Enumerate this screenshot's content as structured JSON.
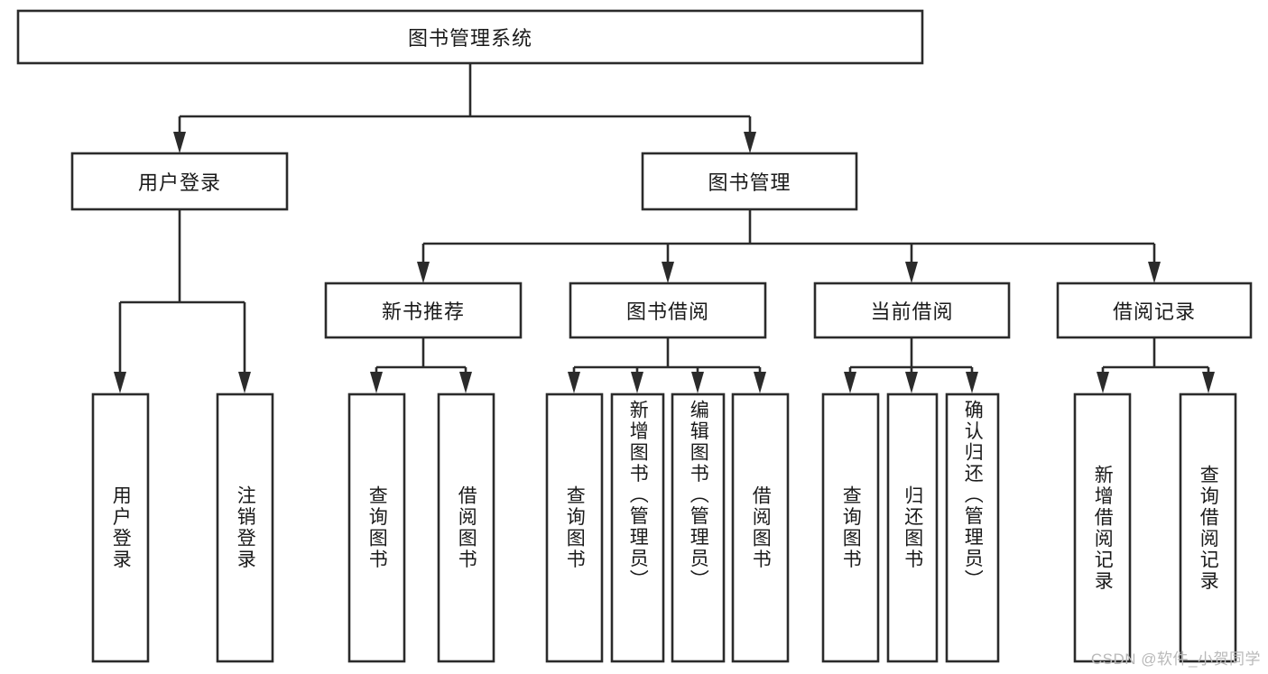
{
  "diagram": {
    "title": "图书管理系统",
    "type": "tree",
    "watermark": "CSDN @软件_小贺同学",
    "colors": {
      "stroke": "#2b2b2b",
      "fill": "#ffffff",
      "text": "#1a1a1a",
      "watermark": "#b9b9b9",
      "background": "#ffffff"
    },
    "levels": {
      "root": "图书管理系统",
      "level2": [
        "用户登录",
        "图书管理"
      ],
      "level3": [
        "新书推荐",
        "图书借阅",
        "当前借阅",
        "借阅记录"
      ]
    },
    "nodes": {
      "root": {
        "label": "图书管理系统"
      },
      "user_login": {
        "label": "用户登录"
      },
      "book_manage": {
        "label": "图书管理"
      },
      "new_book_rec": {
        "label": "新书推荐"
      },
      "book_borrow": {
        "label": "图书借阅"
      },
      "current_borrow": {
        "label": "当前借阅"
      },
      "borrow_record": {
        "label": "借阅记录"
      },
      "leaf_user_login": {
        "label": "用户登录"
      },
      "leaf_user_logout": {
        "label": "注销登录"
      },
      "leaf_rec_query": {
        "label": "查询图书"
      },
      "leaf_rec_borrow": {
        "label": "借阅图书"
      },
      "leaf_borrow_query": {
        "label": "查询图书"
      },
      "leaf_borrow_add": {
        "label": "新增图书（管理员）"
      },
      "leaf_borrow_edit": {
        "label": "编辑图书（管理员）"
      },
      "leaf_borrow_lend": {
        "label": "借阅图书"
      },
      "leaf_cur_query": {
        "label": "查询图书"
      },
      "leaf_cur_return": {
        "label": "归还图书"
      },
      "leaf_cur_confirm": {
        "label": "确认归还（管理员）"
      },
      "leaf_rec_add": {
        "label": "新增借阅记录"
      },
      "leaf_rec_search": {
        "label": "查询借阅记录"
      }
    },
    "edges": [
      {
        "from": "root",
        "to": "user_login"
      },
      {
        "from": "root",
        "to": "book_manage"
      },
      {
        "from": "user_login",
        "to": "leaf_user_login"
      },
      {
        "from": "user_login",
        "to": "leaf_user_logout"
      },
      {
        "from": "book_manage",
        "to": "new_book_rec"
      },
      {
        "from": "book_manage",
        "to": "book_borrow"
      },
      {
        "from": "book_manage",
        "to": "current_borrow"
      },
      {
        "from": "book_manage",
        "to": "borrow_record"
      },
      {
        "from": "new_book_rec",
        "to": "leaf_rec_query"
      },
      {
        "from": "new_book_rec",
        "to": "leaf_rec_borrow"
      },
      {
        "from": "book_borrow",
        "to": "leaf_borrow_query"
      },
      {
        "from": "book_borrow",
        "to": "leaf_borrow_add"
      },
      {
        "from": "book_borrow",
        "to": "leaf_borrow_edit"
      },
      {
        "from": "book_borrow",
        "to": "leaf_borrow_lend"
      },
      {
        "from": "current_borrow",
        "to": "leaf_cur_query"
      },
      {
        "from": "current_borrow",
        "to": "leaf_cur_return"
      },
      {
        "from": "current_borrow",
        "to": "leaf_cur_confirm"
      },
      {
        "from": "borrow_record",
        "to": "leaf_rec_add"
      },
      {
        "from": "borrow_record",
        "to": "leaf_rec_search"
      }
    ]
  }
}
